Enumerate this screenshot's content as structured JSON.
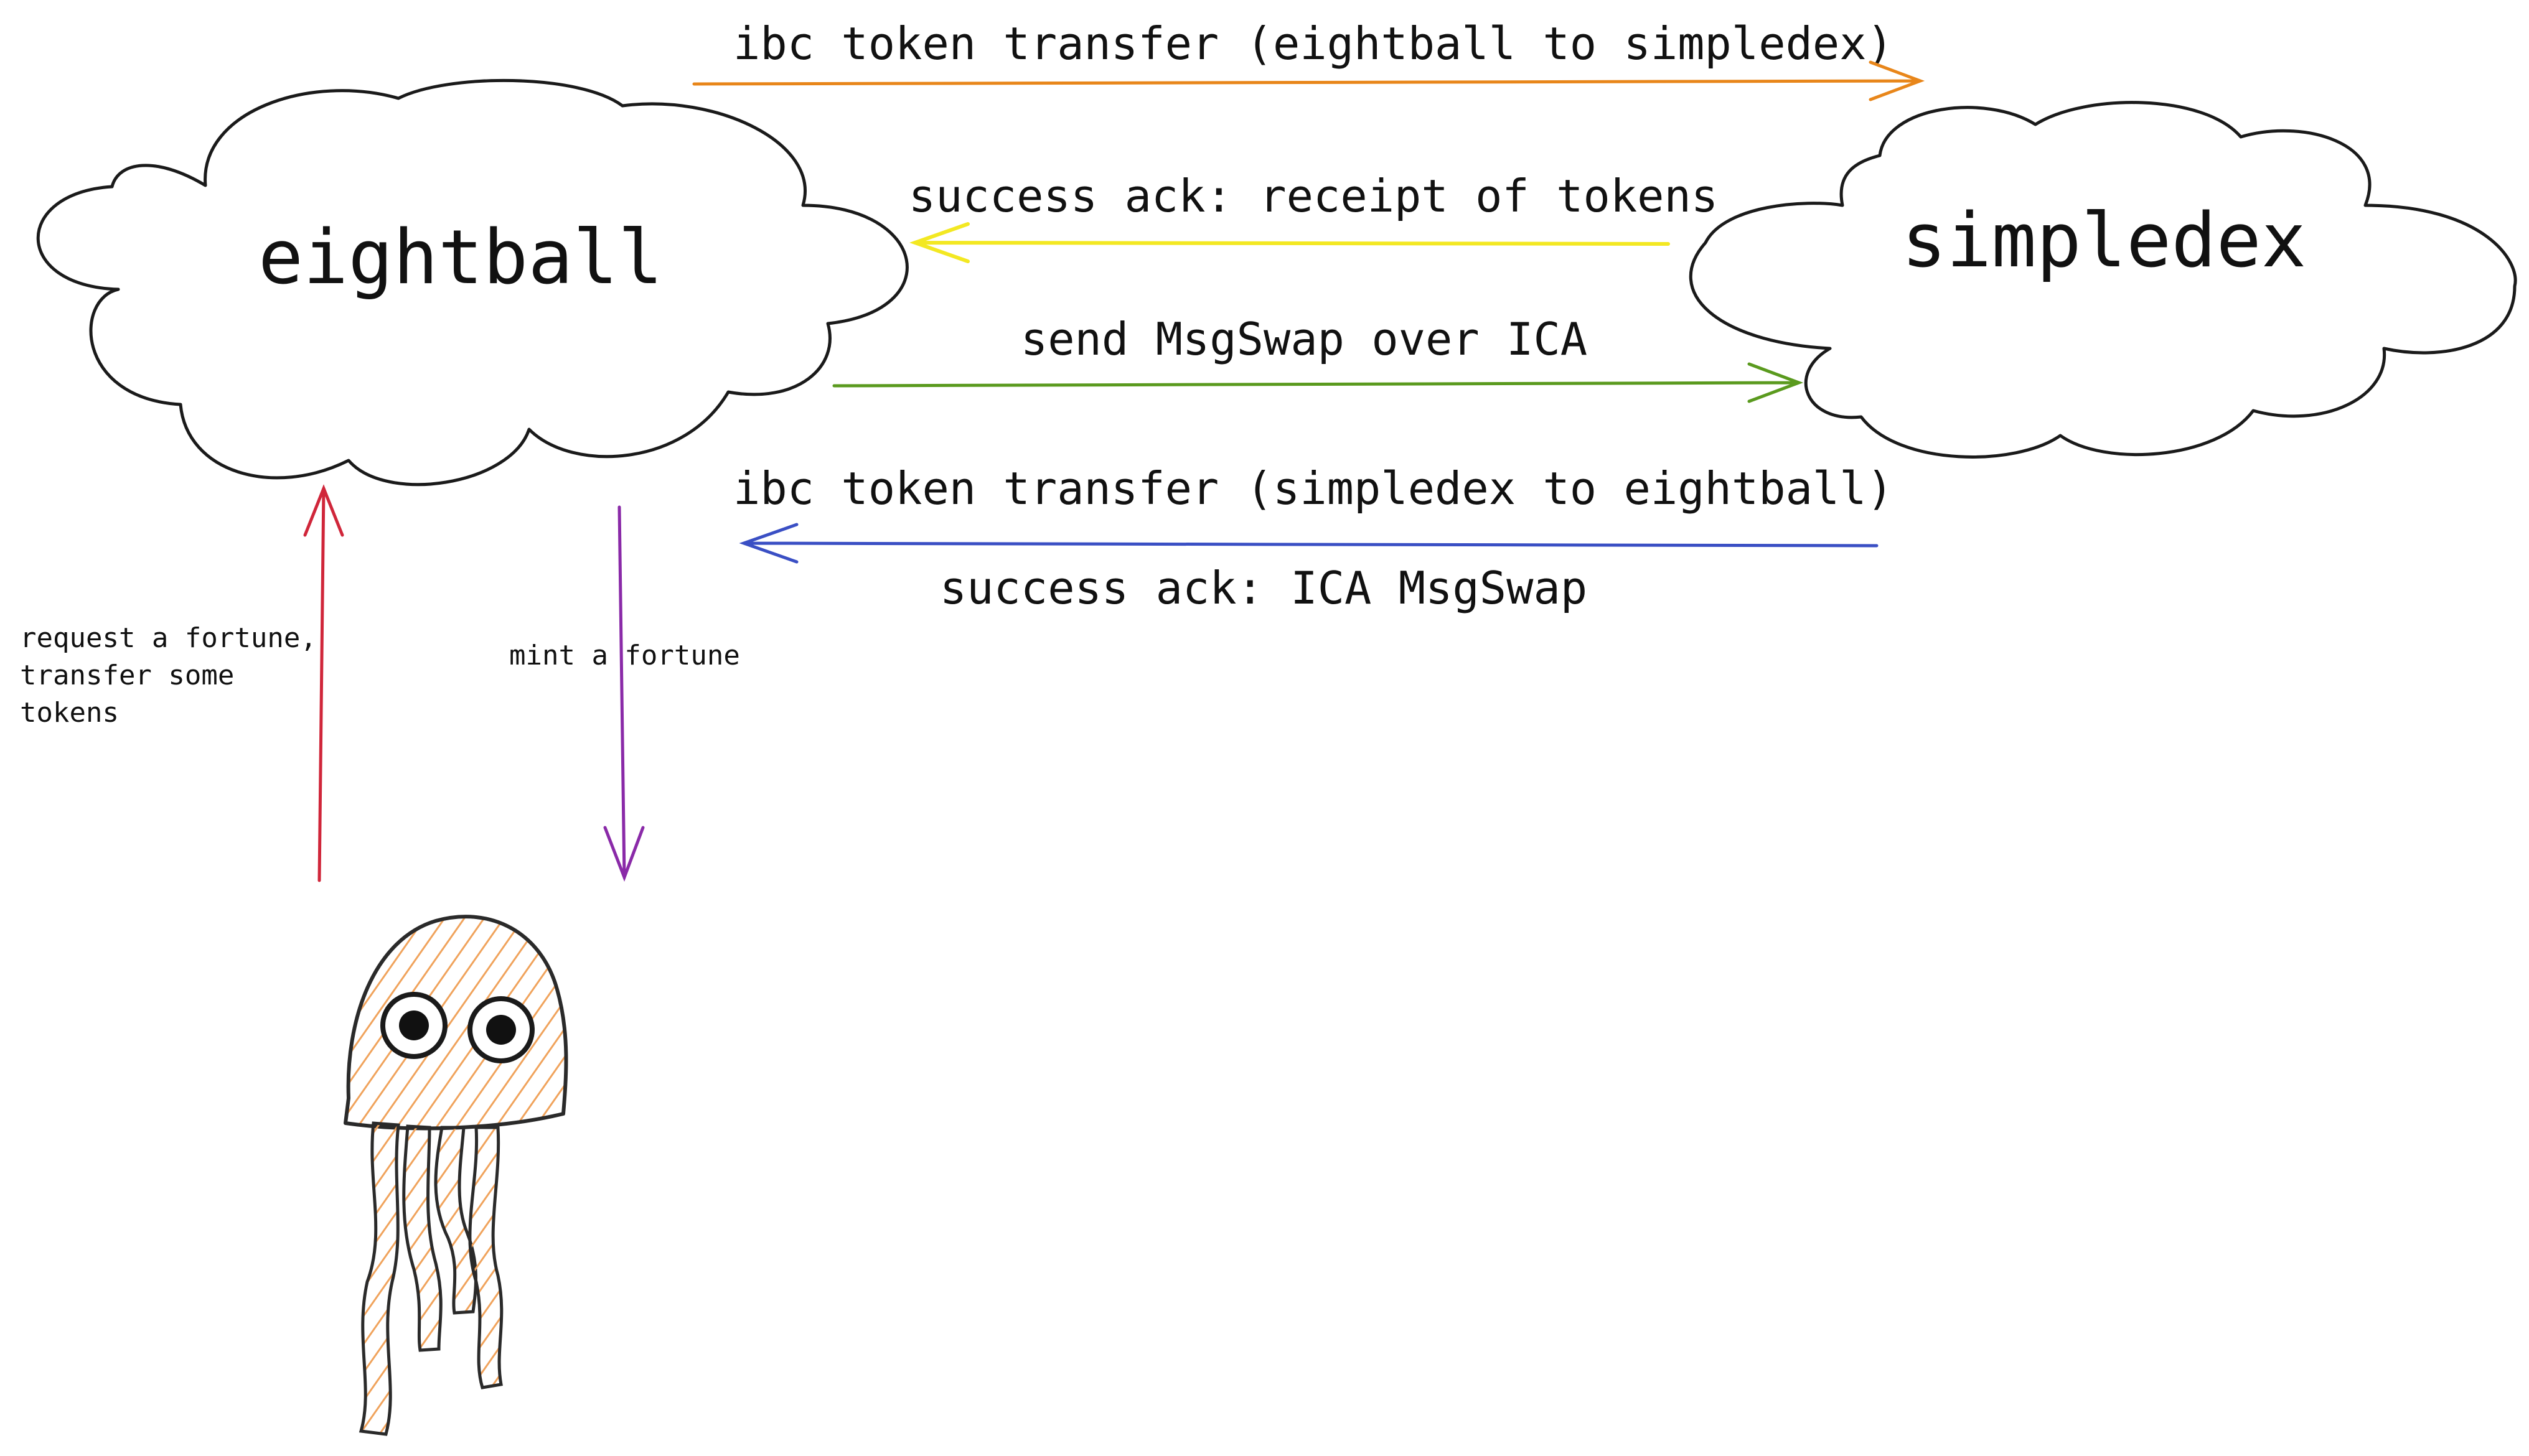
{
  "nodes": {
    "left_cloud": {
      "label": "eightball"
    },
    "right_cloud": {
      "label": "simpledex"
    }
  },
  "messages": [
    {
      "id": "m1",
      "label": "ibc token transfer (eightball to simpledex)",
      "direction": "right",
      "color": "#e8861a"
    },
    {
      "id": "m2",
      "label": "success ack: receipt of tokens",
      "direction": "left",
      "color": "#f3e822"
    },
    {
      "id": "m3",
      "label": "send MsgSwap over ICA",
      "direction": "right",
      "color": "#5a9a1e"
    },
    {
      "id": "m4",
      "label": "ibc token transfer (simpledex to eightball)",
      "direction": "left",
      "color": "#3a4fc4"
    },
    {
      "id": "m5",
      "label": "success ack: ICA MsgSwap",
      "direction": "none",
      "color": "#111111"
    }
  ],
  "user_actions": {
    "request": {
      "lines": [
        "request a fortune,",
        "transfer some",
        "tokens"
      ],
      "color": "#d0263a"
    },
    "mint": {
      "label": "mint a fortune",
      "color": "#8a2aa8"
    }
  },
  "icons": {
    "user": "jellyfish-icon"
  },
  "colors": {
    "ink": "#111111",
    "jellyfish_fill": "#f0a35c"
  }
}
